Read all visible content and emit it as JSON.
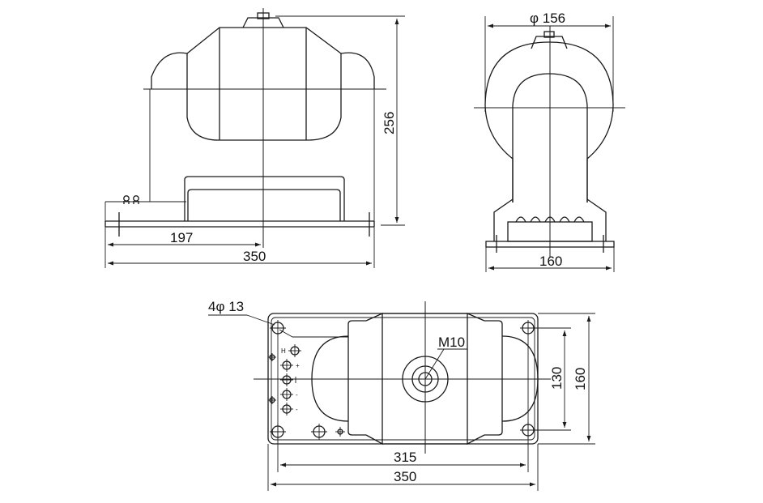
{
  "dimensions": {
    "front_base_to_center": "197",
    "front_total_width": "350",
    "front_height": "256",
    "side_diameter": "φ 156",
    "side_base_width": "160",
    "top_hole_spec": "4φ 13",
    "top_thread": "M10",
    "top_hole_pitch_x": "315",
    "top_total_width": "350",
    "top_hole_pitch_y": "130",
    "top_total_depth": "160"
  },
  "terminal_marks": [
    "H",
    "+",
    "-",
    "-"
  ],
  "colors": {
    "line": "#1a1a1a",
    "background": "#ffffff"
  }
}
